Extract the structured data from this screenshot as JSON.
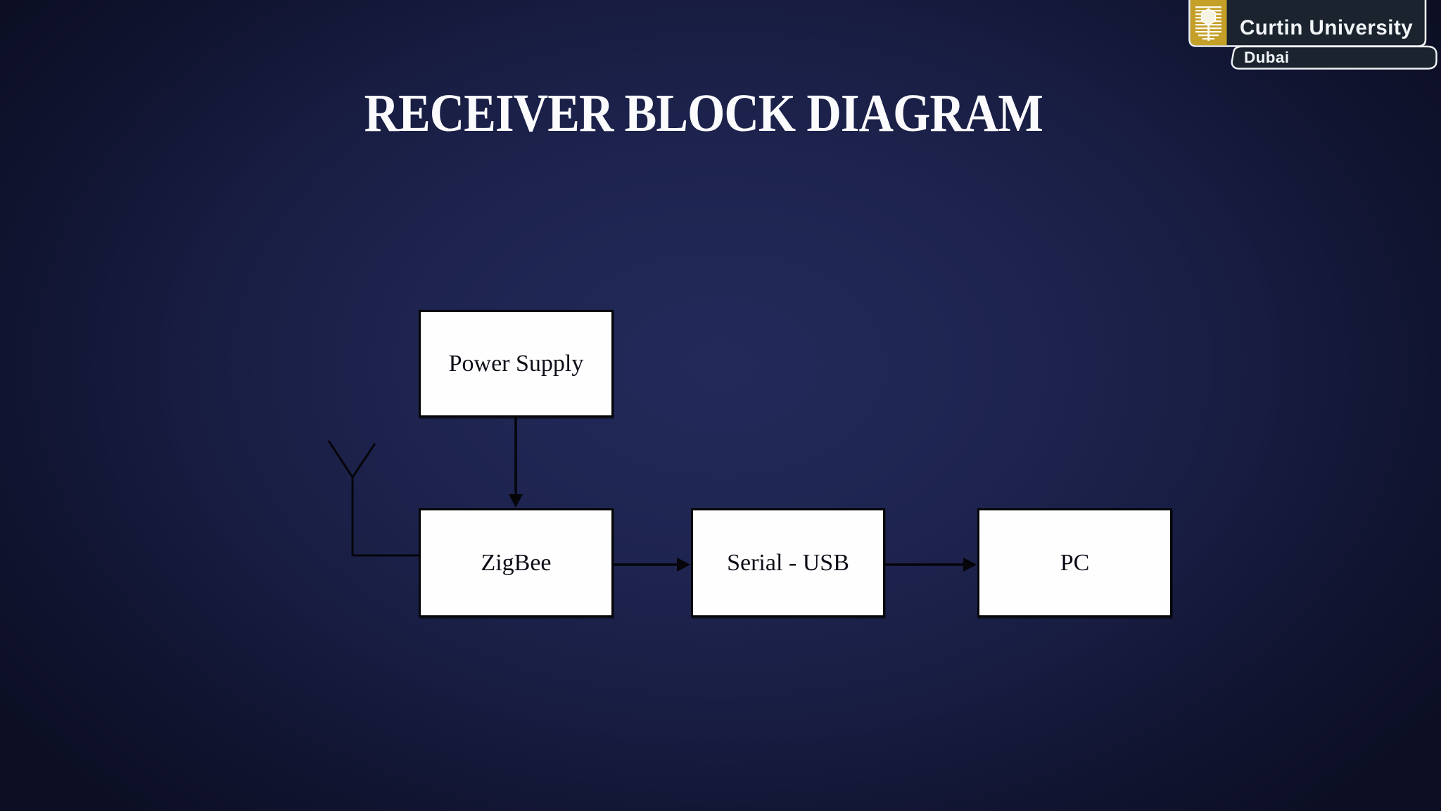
{
  "slide": {
    "title": "RECEIVER BLOCK DIAGRAM"
  },
  "logo": {
    "institution": "Curtin University",
    "campus": "Dubai",
    "colors": {
      "gold": "#c5a028",
      "panel": "#1a232e",
      "border": "#eef1f4"
    }
  },
  "diagram": {
    "nodes": [
      {
        "id": "power-supply",
        "label": "Power Supply"
      },
      {
        "id": "zigbee",
        "label": "ZigBee"
      },
      {
        "id": "serial-usb",
        "label": "Serial - USB"
      },
      {
        "id": "pc",
        "label": "PC"
      }
    ],
    "antenna": {
      "symbol": "antenna",
      "connects_to": "ZigBee"
    },
    "connections": [
      {
        "from": "Power Supply",
        "to": "ZigBee",
        "style": "arrow"
      },
      {
        "from": "ZigBee",
        "to": "Serial - USB",
        "style": "arrow"
      },
      {
        "from": "Serial - USB",
        "to": "PC",
        "style": "arrow"
      },
      {
        "from": "Antenna",
        "to": "ZigBee",
        "style": "line"
      }
    ],
    "colors": {
      "box_fill": "#ffffff",
      "box_border": "#000000",
      "line": "#000000",
      "label": "#10101c",
      "background_center": "#232a5a",
      "background_edge": "#0c0f24"
    }
  }
}
